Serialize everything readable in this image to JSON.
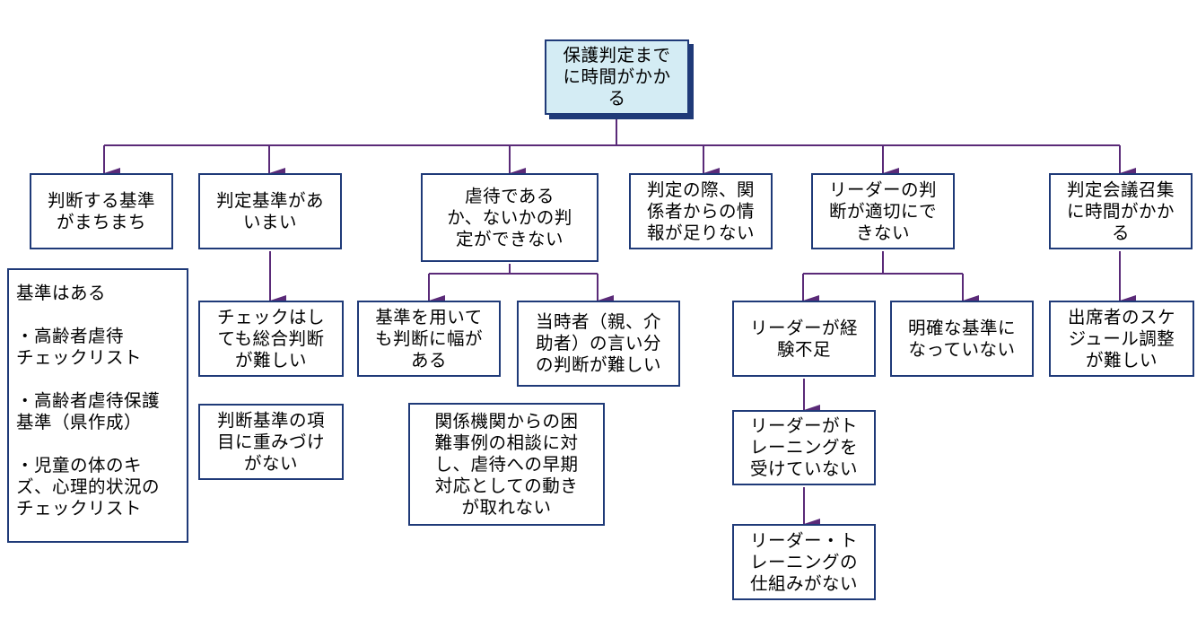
{
  "colors": {
    "connector": "#5a2a78",
    "box_border": "#1f3a78",
    "root_fill": "#d4ecf4"
  },
  "nodes": {
    "root": "保護判定まで\nに時間がかか\nる",
    "criteria_vary": "判断する基準\nがまちまち",
    "criteria_ambiguous": "判定基準があ\nいまい",
    "abuse_undetermined": "虐待である\nか、ないかの判\n定ができない",
    "info_shortage": "判定の際、関\n係者からの情\n報が足りない",
    "leader_judgment": "リーダーの判\n断が適切にで\nきない",
    "meeting_time": "判定会議召集\nに時間がかか\nる",
    "criteria_exist": "基準はある\n\n・高齢者虐待\nチェックリスト\n\n・高齢者虐待保護\n基準（県作成）\n\n・児童の体のキ\nズ、心理的状況の\nチェックリスト",
    "checklist_hard": "チェックはし\nても総合判断\nが難しい",
    "no_weighting": "判断基準の項\n目に重みづけ\nがない",
    "criteria_wide": "基準を用いて\nも判断に幅が\nある",
    "party_claims": "当時者（親、介\n助者）の言い分\nの判断が難しい",
    "agency_consult": "関係機関からの困\n難事例の相談に対\nし、虐待への早期\n対応としての動き\nが取れない",
    "leader_inexperienced": "リーダーが経\n験不足",
    "criteria_unclear": "明確な基準に\nなっていない",
    "schedule_hard": "出席者のスケ\nジュール調整\nが難しい",
    "leader_no_training": "リーダーがト\nレーニングを\n受けていない",
    "no_training_system": "リーダー・ト\nレーニングの\n仕組みがない"
  }
}
